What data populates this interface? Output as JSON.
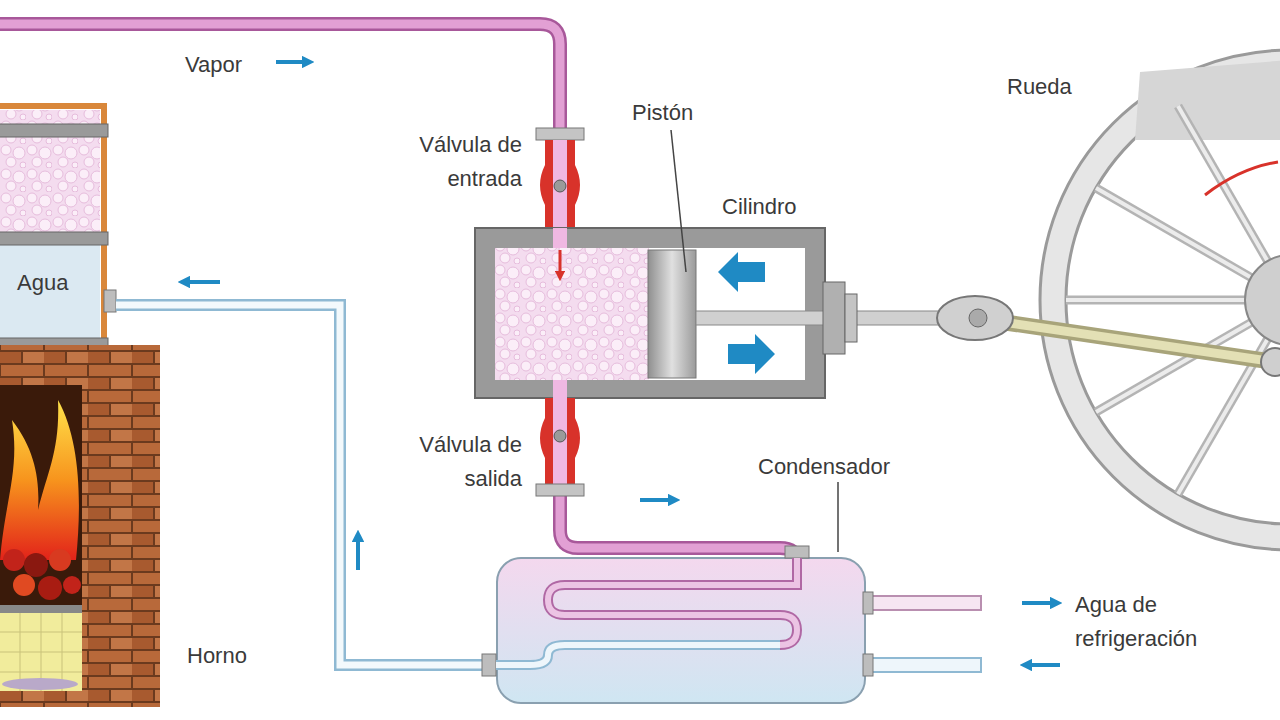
{
  "diagram": {
    "labels": [
      "Vapor",
      "Rueda",
      "Pistón",
      "Válvula de entrada",
      "Cilindro",
      "Agua",
      "Válvula de salida",
      "Condensador",
      "Agua de refrigeración",
      "Horno"
    ]
  }
}
